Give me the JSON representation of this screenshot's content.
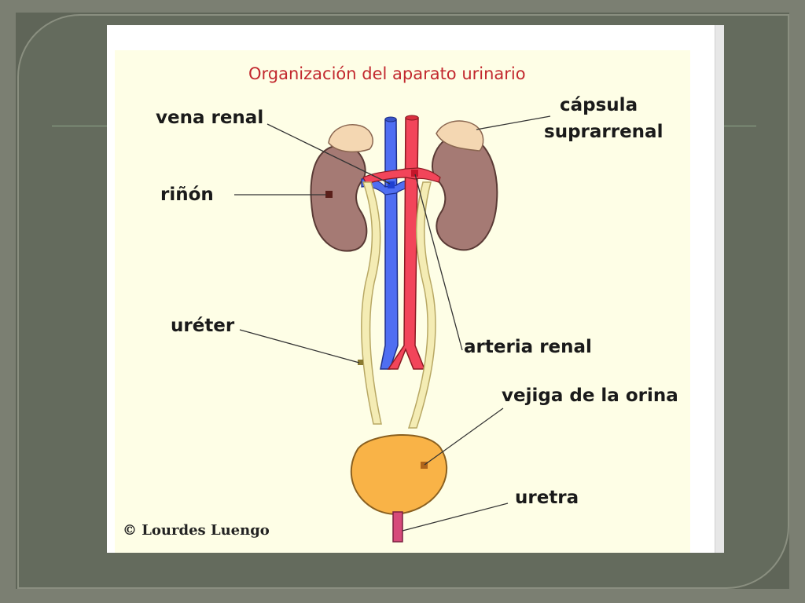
{
  "diagram": {
    "title": "Organización del aparato urinario",
    "credit": "© Lourdes Luengo",
    "labels": {
      "vena_renal": "vena renal",
      "rinon": "riñón",
      "ureter": "uréter",
      "capsula_line1": "cápsula",
      "capsula_line2": "suprarrenal",
      "arteria_renal": "arteria renal",
      "vejiga": "vejiga de la orina",
      "uretra": "uretra"
    }
  },
  "colors": {
    "frame": "#646b5d",
    "panel": "#fefee6",
    "title": "#c2282e",
    "kidney": "#a57a74",
    "vein": "#4f6ef2",
    "artery": "#f2455a",
    "ureter": "#f4ecb4",
    "bladder": "#f9b347"
  }
}
